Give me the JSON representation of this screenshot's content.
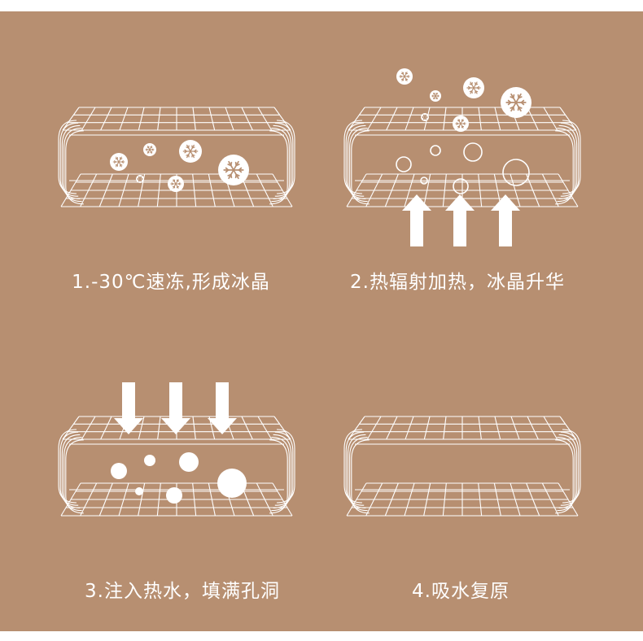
{
  "colors": {
    "background": "#b78f71",
    "line": "#ffffff",
    "snowflake": "#b78f71"
  },
  "steps": [
    {
      "caption": "1.-30℃速冻,形成冰晶",
      "content": "snowflake-crystals"
    },
    {
      "caption": "2.热辐射加热，冰晶升华",
      "content": "bubbles-with-snowflakes-rising",
      "arrows": "up"
    },
    {
      "caption": "3.注入热水，填满孔洞",
      "content": "filled-dots",
      "arrows": "down"
    },
    {
      "caption": "4.吸水复原",
      "content": "empty"
    }
  ],
  "icons": [
    "snowflake-icon",
    "arrow-up-icon",
    "arrow-down-icon"
  ]
}
